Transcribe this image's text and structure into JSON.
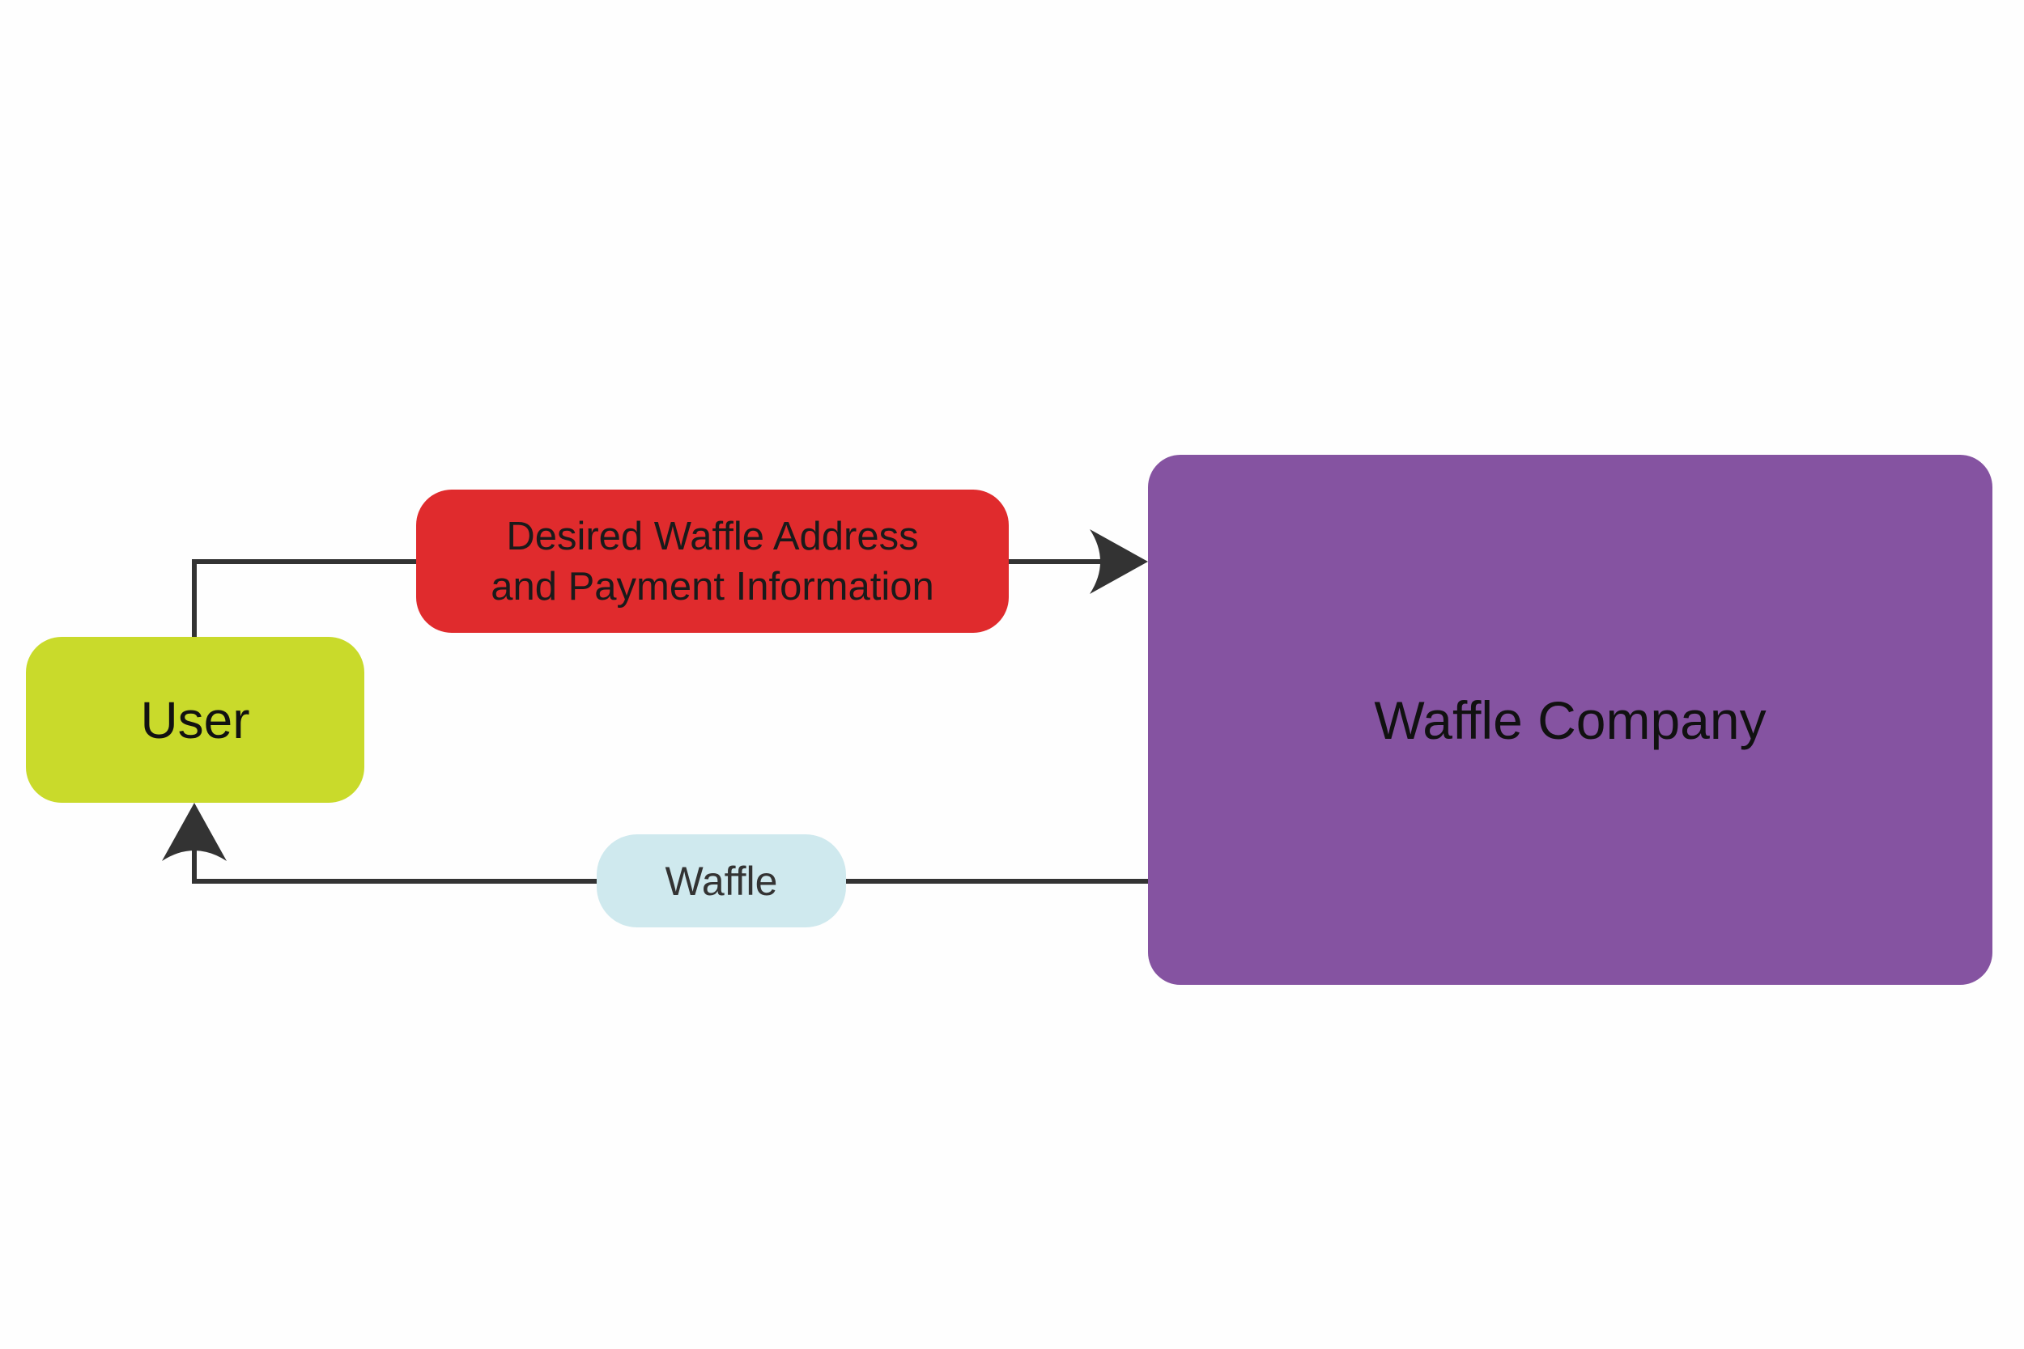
{
  "nodes": {
    "user": {
      "label": "User",
      "color": "#c9da2b"
    },
    "company": {
      "label": "Waffle Company",
      "color": "#8553a1"
    }
  },
  "edges": {
    "request": {
      "from": "User",
      "to": "Waffle Company",
      "label_line1": "Desired Waffle Address",
      "label_line2": "and Payment Information",
      "color": "#e02b2d"
    },
    "delivery": {
      "from": "Waffle Company",
      "to": "User",
      "label": "Waffle",
      "color": "#cfe9ee"
    }
  },
  "connector_color": "#333333"
}
